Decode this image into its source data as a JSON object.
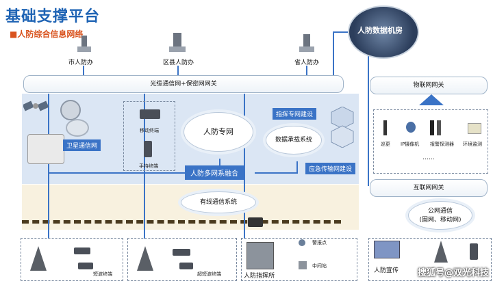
{
  "header": {
    "title": "基础支撑平台",
    "subtitle": "■人防综合信息网络"
  },
  "top_nodes": {
    "city": "市人防办",
    "district": "区县人防办",
    "province": "省人防办"
  },
  "datacenter": "人防数据机房",
  "fiber_bus": "光缆通信网+保密网网关",
  "iot_gateway": "物联网网关",
  "iot_devices": [
    "巡更",
    "IP摄像机",
    "报警探测器",
    "环境监测"
  ],
  "iot_more": "……",
  "internet_gateway": "互联网网关",
  "public_net": {
    "line1": "公网通信",
    "line2": "(固网、移动网)"
  },
  "wireless": {
    "satellite": "卫星通信网",
    "mobile_terminal": "移动终端",
    "handheld_terminal": "手持终端",
    "pdn": "人防专网",
    "fusion": "人防多网系融合",
    "command_net": "指挥专网建设",
    "data_system": "数据承载系统",
    "emergency": "应急传输网建设"
  },
  "wired": "有线通信系统",
  "bottom": {
    "shortwave": "短波终端",
    "ultrashort": "超短波终端",
    "command_post": "人防指挥所",
    "alarm_point": "警报点",
    "relay_station": "中间站",
    "promo": "人防宣传"
  },
  "watermark": "搜狐号@双光科技",
  "colors": {
    "accent": "#1e63b4",
    "line": "#3a73c6",
    "subtitle": "#d9531e"
  }
}
